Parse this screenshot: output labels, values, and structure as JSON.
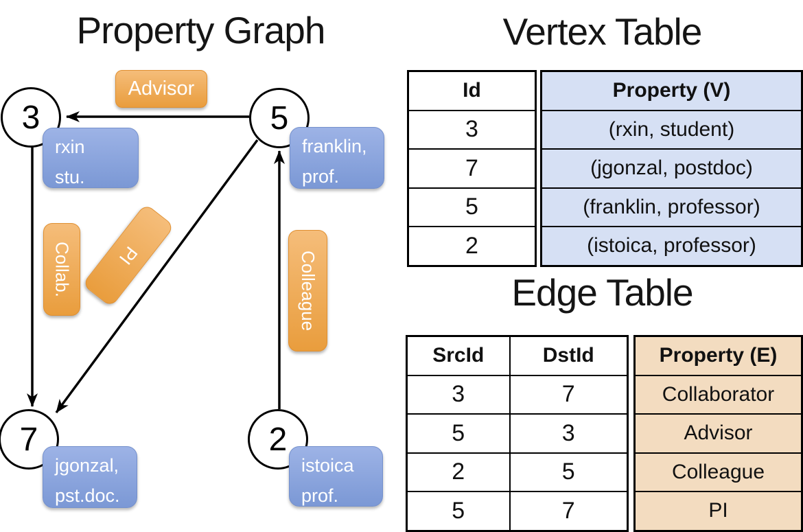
{
  "graph": {
    "title": "Property Graph",
    "nodes": [
      {
        "id": "3",
        "prop_line1": "rxin",
        "prop_line2": "stu."
      },
      {
        "id": "5",
        "prop_line1": "franklin,",
        "prop_line2": "prof."
      },
      {
        "id": "7",
        "prop_line1": "jgonzal,",
        "prop_line2": "pst.doc."
      },
      {
        "id": "2",
        "prop_line1": "istoica",
        "prop_line2": "prof."
      }
    ],
    "edge_labels": {
      "advisor": "Advisor",
      "collab": "Collab.",
      "pi": "PI",
      "colleague": "Colleague"
    },
    "edges": [
      {
        "src": "5",
        "dst": "3",
        "label": "Advisor"
      },
      {
        "src": "3",
        "dst": "7",
        "label": "Collab."
      },
      {
        "src": "5",
        "dst": "7",
        "label": "PI"
      },
      {
        "src": "2",
        "dst": "5",
        "label": "Colleague"
      }
    ]
  },
  "vertex_table": {
    "title": "Vertex Table",
    "headers": [
      "Id",
      "Property (V)"
    ],
    "rows": [
      [
        "3",
        "(rxin, student)"
      ],
      [
        "7",
        "(jgonzal, postdoc)"
      ],
      [
        "5",
        "(franklin, professor)"
      ],
      [
        "2",
        "(istoica, professor)"
      ]
    ]
  },
  "edge_table": {
    "title": "Edge Table",
    "headers": [
      "SrcId",
      "DstId",
      "Property (E)"
    ],
    "rows": [
      [
        "3",
        "7",
        "Collaborator"
      ],
      [
        "5",
        "3",
        "Advisor"
      ],
      [
        "2",
        "5",
        "Colleague"
      ],
      [
        "5",
        "7",
        "PI"
      ]
    ]
  },
  "colors": {
    "edge_label_orange": "#efa64d",
    "vertex_prop_blue": "#84a1db",
    "vertex_table_fill": "#d6e0f4",
    "edge_table_fill": "#f3dcc0",
    "line": "#000000"
  }
}
